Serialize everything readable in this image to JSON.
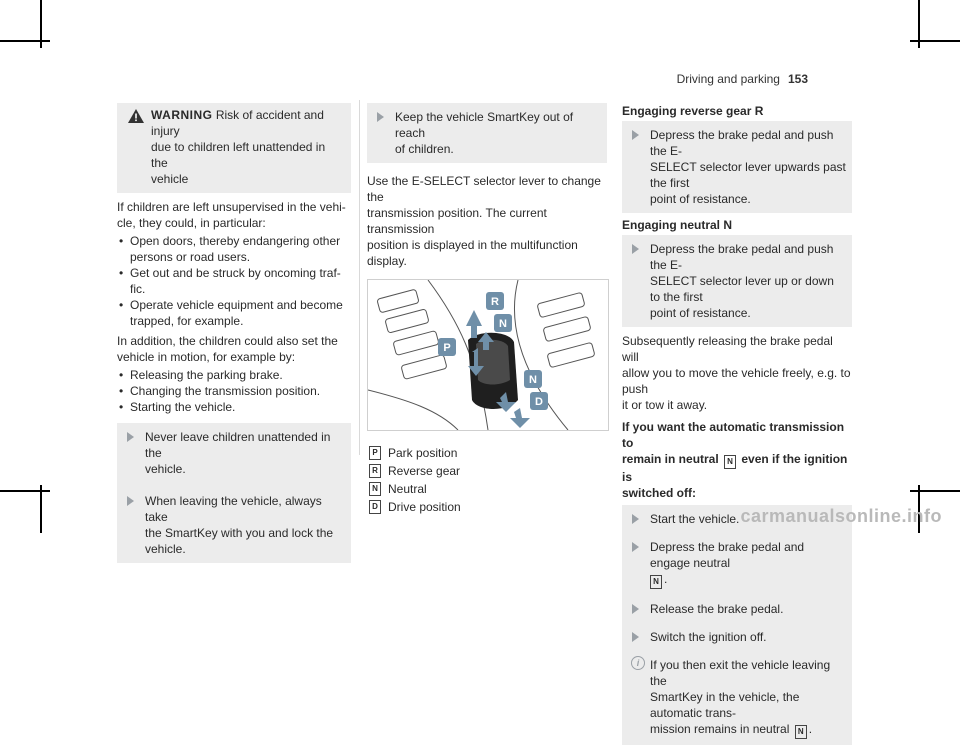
{
  "header": {
    "section": "Driving and parking",
    "page": "153"
  },
  "col1": {
    "warning": {
      "title": "WARNING",
      "text_1": " Risk of accident and injury",
      "text_2": "due to children left unattended in the",
      "text_3": "vehicle"
    },
    "intro_1": "If children are left unsupervised in the vehi-",
    "intro_2": "cle, they could, in particular:",
    "bullets_a": [
      [
        "Open doors, thereby endangering other",
        "persons or road users."
      ],
      [
        "Get out and be struck by oncoming traf-",
        "fic."
      ],
      [
        "Operate vehicle equipment and become",
        "trapped, for example."
      ]
    ],
    "intro2_1": "In addition, the children could also set the",
    "intro2_2": "vehicle in motion, for example by:",
    "bullets_b": [
      "Releasing the parking brake.",
      "Changing the transmission position.",
      "Starting the vehicle."
    ],
    "step1_1": "Never leave children unattended in the",
    "step1_2": "vehicle.",
    "step2_1": "When leaving the vehicle, always take",
    "step2_2": "the SmartKey with you and lock the",
    "step2_3": "vehicle."
  },
  "col2": {
    "step_1": "Keep the vehicle SmartKey out of reach",
    "step_2": "of children.",
    "para_1": "Use the E-SELECT selector lever to change the",
    "para_2": "transmission position. The current transmission",
    "para_3": "position is displayed in the multifunction display.",
    "figure_labels": {
      "R": "R",
      "N_top": "N",
      "P": "P",
      "N_bottom": "N",
      "D": "D"
    },
    "legend": [
      {
        "key": "P",
        "label": "Park position"
      },
      {
        "key": "R",
        "label": "Reverse gear"
      },
      {
        "key": "N",
        "label": "Neutral"
      },
      {
        "key": "D",
        "label": "Drive position"
      }
    ]
  },
  "col3": {
    "head1": "Engaging reverse gear R",
    "s1_1": "Depress the brake pedal and push the E-",
    "s1_2": "SELECT selector lever upwards past the first",
    "s1_3": "point of resistance.",
    "head2": "Engaging neutral N",
    "s2_1": "Depress the brake pedal and push the E-",
    "s2_2": "SELECT selector lever up or down to the first",
    "s2_3": "point of resistance.",
    "p_1": "Subsequently releasing the brake pedal will",
    "p_2": "allow you to move the vehicle freely, e.g. to push",
    "p_3": "it or tow it away.",
    "head3_1": "If you want the automatic transmission to",
    "head3_2a": "remain in neutral ",
    "head3_key": "N",
    "head3_2b": " even if the ignition is",
    "head3_3": "switched off:",
    "s3": "Start the vehicle.",
    "s4_1": "Depress the brake pedal and engage neutral",
    "s4_key": "N",
    "s5": "Release the brake pedal.",
    "s6": "Switch the ignition off.",
    "info_1": "If you then exit the vehicle leaving the",
    "info_2": "SmartKey in the vehicle, the automatic trans-",
    "info_3a": "mission remains in neutral ",
    "info_key": "N"
  },
  "footer": {
    "watermark": "carmanualsonline.info"
  },
  "colors": {
    "accent": "#6f8fa8",
    "band": "#ececec"
  }
}
